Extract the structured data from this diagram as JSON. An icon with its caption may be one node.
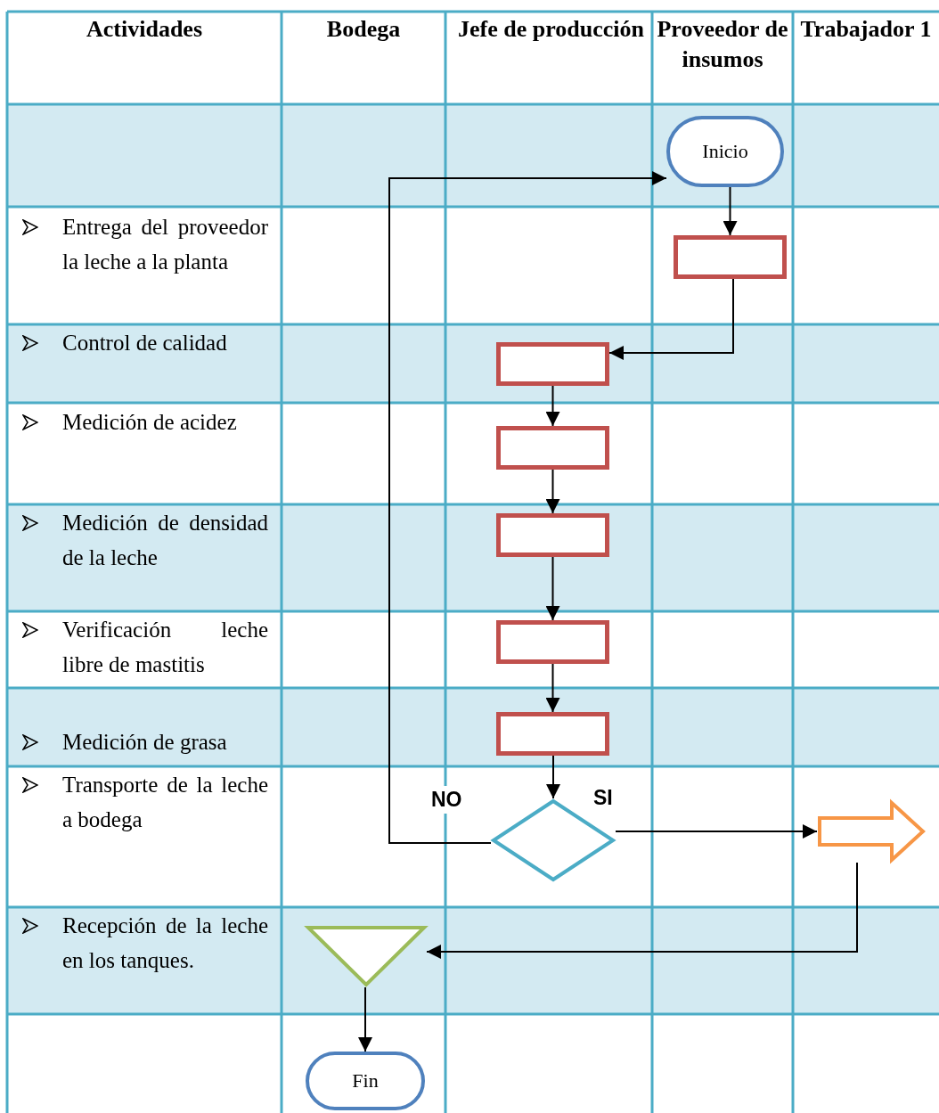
{
  "diagram": {
    "nodes": [
      {
        "text": [
          "Inicio"
        ]
      },
      {
        "text": [],
        "shape": "box"
      },
      {
        "text": [],
        "shape": "box"
      },
      {
        "text": [],
        "shape": "box"
      },
      {
        "text": [],
        "shape": "box"
      },
      {
        "text": [],
        "shape": "box"
      },
      {
        "text": [],
        "shape": "box"
      },
      {
        "text": [],
        "shape": "diamond"
      },
      {
        "text": [],
        "shape": "arrow"
      },
      {
        "text": [],
        "shape": "triangle"
      },
      {
        "text": [
          "Fin"
        ]
      }
    ],
    "edges": [
      {
        "from": 0,
        "to": 1,
        "arrow": "to"
      },
      {
        "from": 1,
        "to": 2,
        "arrow": "to"
      },
      {
        "from": 2,
        "to": 3,
        "arrow": "to"
      },
      {
        "from": 3,
        "to": 4,
        "arrow": "to"
      },
      {
        "from": 4,
        "to": 5,
        "arrow": "to"
      },
      {
        "from": 5,
        "to": 6,
        "arrow": "to"
      },
      {
        "from": 6,
        "to": 7,
        "arrow": "to"
      },
      {
        "from": 7,
        "to": 0,
        "arrow": "to",
        "label": "NO"
      },
      {
        "from": 7,
        "to": 8,
        "arrow": "to",
        "label": "SI"
      },
      {
        "from": 8,
        "to": 9,
        "arrow": "to"
      },
      {
        "from": 9,
        "to": 10,
        "arrow": "to"
      }
    ],
    "labels": [
      "Actividades",
      "Bodega",
      "Jefe de producción",
      "Proveedor de insumos",
      "Trabajador 1",
      "Entrega del proveedor la leche a la planta",
      "Control de calidad",
      "Medición de acidez",
      "Medición de densidad de la leche",
      "Verificación leche libre de mastitis",
      "Medición de grasa",
      "Transporte de la leche a bodega",
      "Recepción de la leche en los tanques."
    ]
  }
}
